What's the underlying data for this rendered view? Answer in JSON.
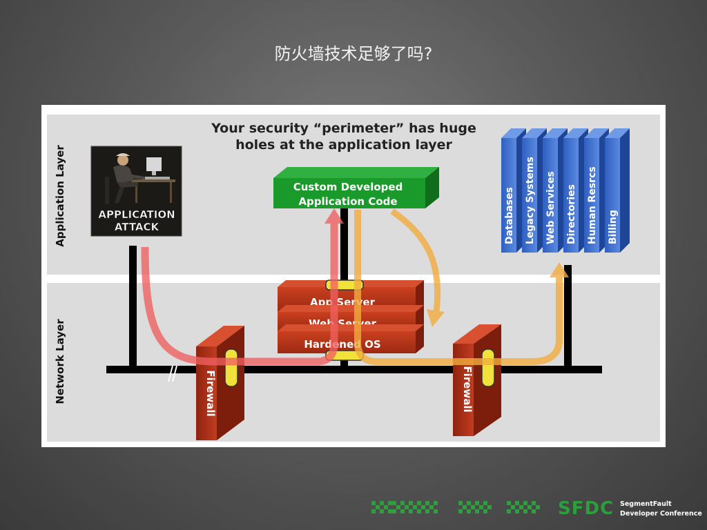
{
  "slide": {
    "title": "防火墙技术足够了吗?"
  },
  "diagram": {
    "headline_line1": "Your security “perimeter” has huge",
    "headline_line2": "holes at the application layer",
    "layer_application": "Application Layer",
    "layer_network": "Network Layer",
    "attack_line1": "APPLICATION",
    "attack_line2": "ATTACK",
    "custom_code_line1": "Custom Developed",
    "custom_code_line2": "Application Code",
    "server_stack": [
      "App Server",
      "Web Server",
      "Hardened OS"
    ],
    "firewall_label": "Firewall",
    "backends": [
      "Databases",
      "Legacy Systems",
      "Web Services",
      "Directories",
      "Human Resrcs",
      "Billing"
    ],
    "colors": {
      "panel": "#dcdcdc",
      "firewall": "#b1321b",
      "server": "#b3331d",
      "code_box": "#199a2a",
      "backend": "#3f6fcf",
      "attack_arrow": "#f06a6a",
      "data_arrow": "#f2b04a",
      "port_ring": "#f1e13a"
    }
  },
  "footer": {
    "logo_text": "SFDC",
    "org_line1": "SegmentFault",
    "org_line2": "Developer Conference"
  }
}
